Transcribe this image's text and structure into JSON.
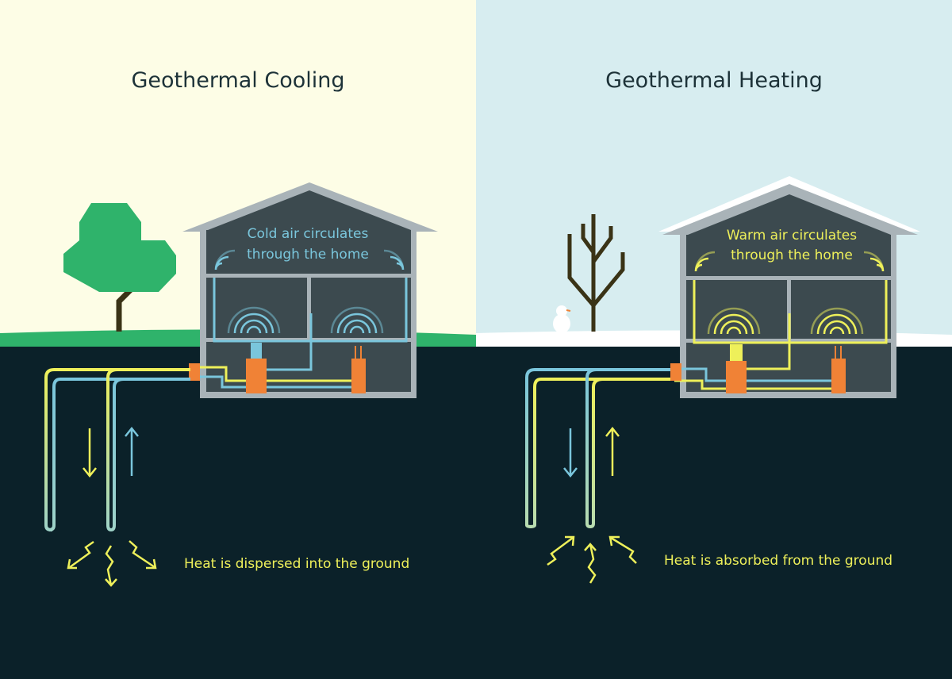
{
  "colors": {
    "cooling_sky": "#fdfde6",
    "heating_sky": "#d7edf0",
    "ground": "#0b2129",
    "grass": "#2fb36b",
    "snow": "#ffffff",
    "house_frame": "#a9b3b8",
    "house_inside": "#3c4a4f",
    "cold_pipe": "#7ac6dc",
    "warm_pipe": "#eef05a",
    "unit": "#f08236"
  },
  "cooling": {
    "title": "Geothermal Cooling",
    "house_text_line1": "Cold air circulates",
    "house_text_line2": "through the home",
    "ground_note": "Heat is dispersed into the ground"
  },
  "heating": {
    "title": "Geothermal Heating",
    "house_text_line1": "Warm air circulates",
    "house_text_line2": "through the home",
    "ground_note": "Heat is absorbed from the ground"
  }
}
